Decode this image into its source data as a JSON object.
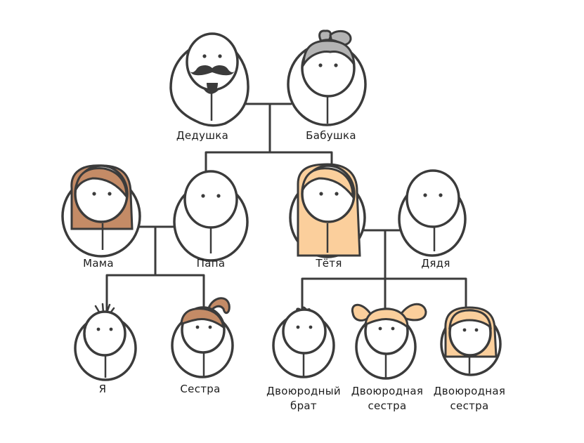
{
  "colors": {
    "line": "#3b3b3b",
    "face": "#ffffff",
    "brown_hair": "#c48b66",
    "peach_hair": "#fbcf9c",
    "gray_hair": "#b3b3b3",
    "text": "#1d1d1d"
  },
  "people": {
    "grandpa": {
      "name": "Дедушка"
    },
    "grandma": {
      "name": "Бабушка"
    },
    "mom": {
      "name": "Мама"
    },
    "dad": {
      "name": "Папа"
    },
    "aunt": {
      "name": "Тётя"
    },
    "uncle": {
      "name": "Дядя"
    },
    "me": {
      "name": "Я"
    },
    "sister": {
      "name": "Сестра"
    },
    "cousin_brother": {
      "name_line1": "Двоюродный",
      "name_line2": "брат"
    },
    "cousin_sister1": {
      "name_line1": "Двоюродная",
      "name_line2": "сестра"
    },
    "cousin_sister2": {
      "name_line1": "Двоюродная",
      "name_line2": "сестра"
    }
  }
}
